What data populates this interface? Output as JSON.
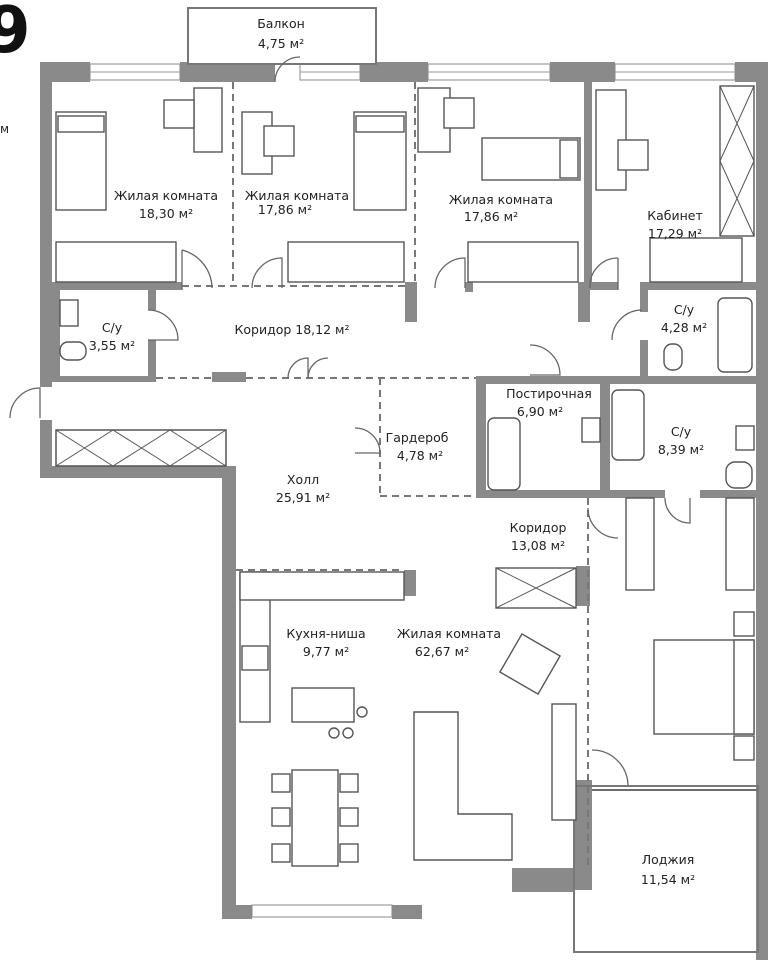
{
  "plan_number": "9",
  "side_label": "м",
  "rooms": [
    {
      "name": "Балкон",
      "area": "4,75 м²"
    },
    {
      "name": "Жилая комната",
      "area": "18,30 м²"
    },
    {
      "name": "Жилая комната",
      "area": "17,86 м²"
    },
    {
      "name": "Жилая комната",
      "area": "17,86 м²"
    },
    {
      "name": "Кабинет",
      "area": "17,29 м²"
    },
    {
      "name": "С/у",
      "area": "3,55 м²"
    },
    {
      "name": "Коридор 18,12 м²",
      "area": ""
    },
    {
      "name": "С/у",
      "area": "4,28 м²"
    },
    {
      "name": "Постирочная",
      "area": "6,90 м²"
    },
    {
      "name": "Гардероб",
      "area": "4,78 м²"
    },
    {
      "name": "С/у",
      "area": "8,39 м²"
    },
    {
      "name": "Холл",
      "area": "25,91 м²"
    },
    {
      "name": "Коридор",
      "area": "13,08 м²"
    },
    {
      "name": "Кухня-ниша",
      "area": "9,77 м²"
    },
    {
      "name": "Жилая комната",
      "area": "62,67 м²"
    },
    {
      "name": "Лоджия",
      "area": "11,54 м²"
    }
  ]
}
